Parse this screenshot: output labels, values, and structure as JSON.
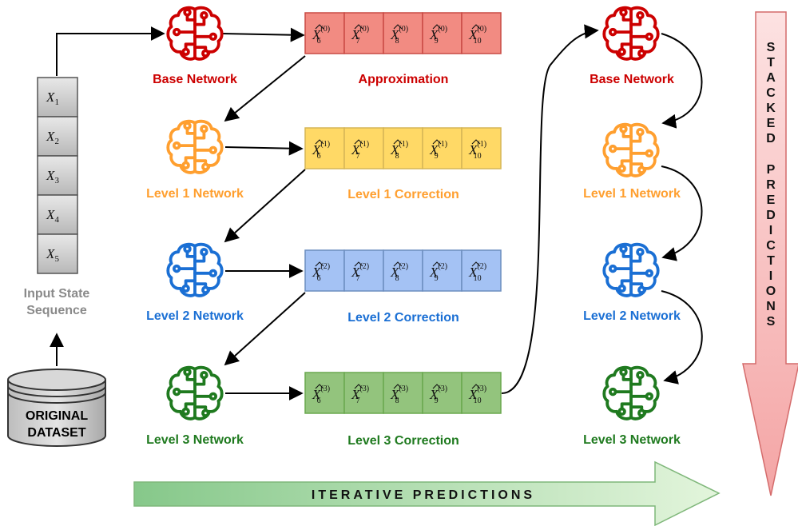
{
  "colors": {
    "base": "#cc0000",
    "level1": "#ff9f2f",
    "level2": "#1a6fd4",
    "level3": "#1f7a1f",
    "approx_fill": "#f28b82",
    "approx_stroke": "#c94b44",
    "c1_fill": "#ffd966",
    "c1_stroke": "#d6b656",
    "c2_fill": "#a4c2f4",
    "c2_stroke": "#6c8ebf",
    "c3_fill": "#93c47d",
    "c3_stroke": "#6aa84f",
    "input_cell": "#d4d4d4",
    "input_stroke": "#555555"
  },
  "input": {
    "cells": [
      "X",
      "X",
      "X",
      "X",
      "X"
    ],
    "subs": [
      "1",
      "2",
      "3",
      "4",
      "5"
    ],
    "label_line1": "Input State",
    "label_line2": "Sequence"
  },
  "dataset": {
    "line1": "ORIGINAL",
    "line2": "DATASET"
  },
  "networks": {
    "base": "Base Network",
    "level1": "Level 1 Network",
    "level2": "Level 2 Network",
    "level3": "Level 3 Network"
  },
  "vector_labels": {
    "approx": "Approximation",
    "c1": "Level 1 Correction",
    "c2": "Level 2 Correction",
    "c3": "Level 3 Correction"
  },
  "vector_cells": {
    "letter": "X",
    "subs": [
      "6",
      "7",
      "8",
      "9",
      "10"
    ],
    "supers": [
      "(0)",
      "(1)",
      "(2)",
      "(3)"
    ]
  },
  "right_networks": {
    "base": "Base Network",
    "level1": "Level 1 Network",
    "level2": "Level 2 Network",
    "level3": "Level 3 Network"
  },
  "arrows": {
    "stacked": "STACKED PREDICTIONS",
    "iterative": "ITERATIVE PREDICTIONS"
  },
  "icons": [
    "brain-network-icon",
    "database-icon"
  ]
}
